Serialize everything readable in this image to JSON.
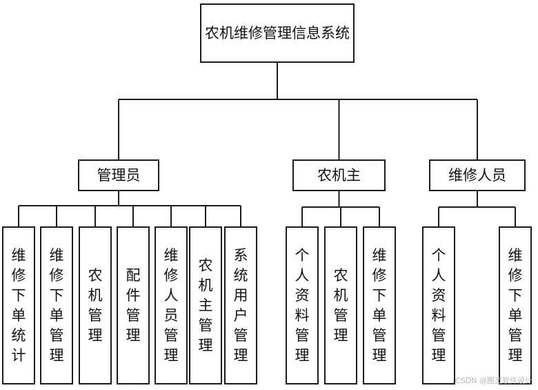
{
  "root": {
    "label": "农机维修管理信息系统"
  },
  "groups": [
    {
      "label": "管理员",
      "children": [
        "维修下单统计",
        "维修下单管理",
        "农机管理",
        "配件管理",
        "维修人员管理",
        "农机主管理",
        "系统用户管理"
      ]
    },
    {
      "label": "农机主",
      "children": [
        "个人资料管理",
        "农机管理",
        "维修下单管理"
      ]
    },
    {
      "label": "维修人员",
      "children": [
        "个人资料管理",
        "维修下单管理"
      ]
    }
  ],
  "watermark": "CSDN @图灵软件设计"
}
